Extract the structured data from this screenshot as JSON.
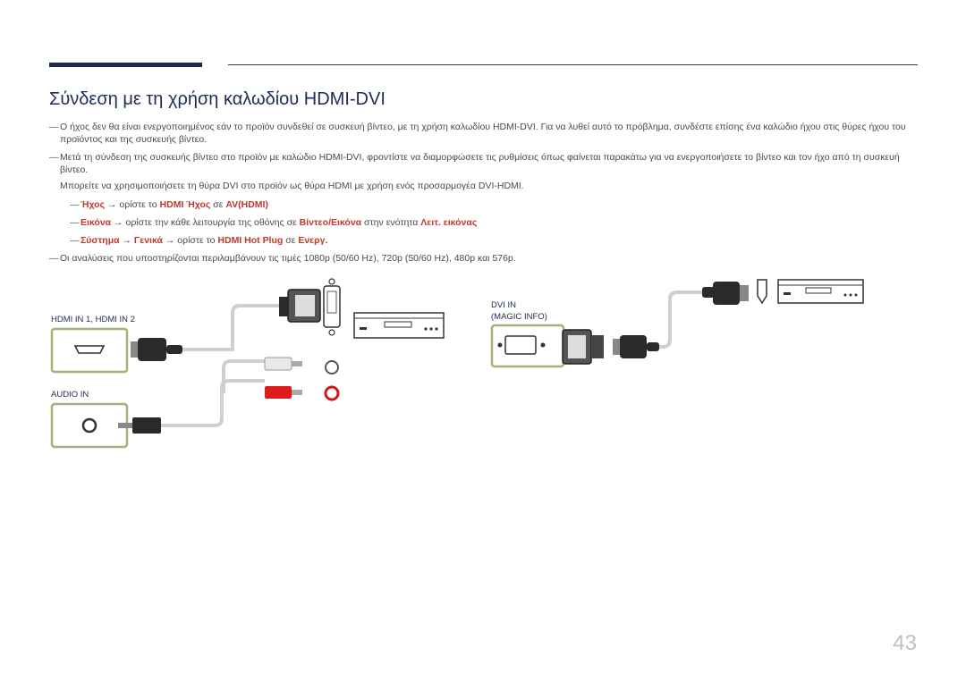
{
  "page": {
    "title": "Σύνδεση με τη χρήση καλωδίου HDMI-DVI",
    "page_number": "43"
  },
  "notes": {
    "n1": "Ο ήχος δεν θα είναι ενεργοποιημένος εάν το προϊόν συνδεθεί σε συσκευή βίντεο, με τη χρήση καλωδίου HDMI-DVI. Για να λυθεί αυτό το πρόβλημα, συνδέστε επίσης ένα καλώδιο ήχου στις θύρες ήχου του προϊόντος και της συσκευής βίντεο.",
    "n2": "Μετά τη σύνδεση της συσκευής βίντεο στο προϊόν με καλώδιο HDMI-DVI, φροντίστε να διαμορφώσετε τις ρυθμίσεις όπως φαίνεται παρακάτω για να ενεργοποιήσετε το βίντεο και τον ήχο από τη συσκευή βίντεο.",
    "n2b": "Μπορείτε να χρησιμοποιήσετε τη θύρα DVI στο προϊόν ως θύρα HDMI με χρήση ενός προσαρμογέα DVI-HDMI.",
    "s1": {
      "a": "Ήχος",
      "arrow": " → ορίστε το ",
      "b": "HDMI Ήχος",
      "c": " σε ",
      "d": "AV(HDMI)"
    },
    "s2": {
      "a": "Εικόνα",
      "b": " → ορίστε την κάθε λειτουργία της οθόνης σε ",
      "c": "Βίντεο/Εικόνα",
      "d": " στην ενότητα ",
      "e": "Λειτ. εικόνας"
    },
    "s3": {
      "a": "Σύστημα",
      "b": " → ",
      "c": "Γενικά",
      "d": " → ορίστε το ",
      "e": "HDMI Hot Plug",
      "f": " σε ",
      "g": "Ενεργ."
    },
    "n3": "Οι αναλύσεις που υποστηρίζονται περιλαμβάνουν τις τιμές 1080p (50/60 Hz), 720p (50/60 Hz), 480p και 576p."
  },
  "diagram": {
    "hdmi_label": "HDMI IN 1, HDMI IN 2",
    "audio_label": "AUDIO IN",
    "dvi_label_1": "DVI IN",
    "dvi_label_2": "(MAGIC INFO)"
  },
  "colors": {
    "accent_red": "#c0392b",
    "title_blue": "#1e2a5a",
    "port_frame": "#a3b07a"
  }
}
